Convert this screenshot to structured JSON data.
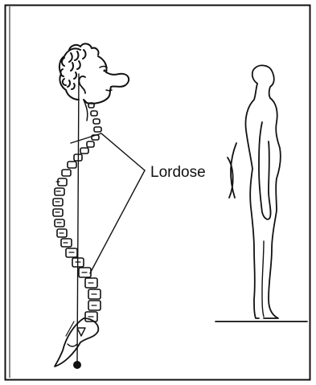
{
  "diagram": {
    "label_lordose": "Lordose",
    "colors": {
      "ink": "#111111",
      "background": "#ffffff"
    },
    "icons": [
      "skeleton-spine-figure",
      "body-outline-side-view"
    ]
  }
}
